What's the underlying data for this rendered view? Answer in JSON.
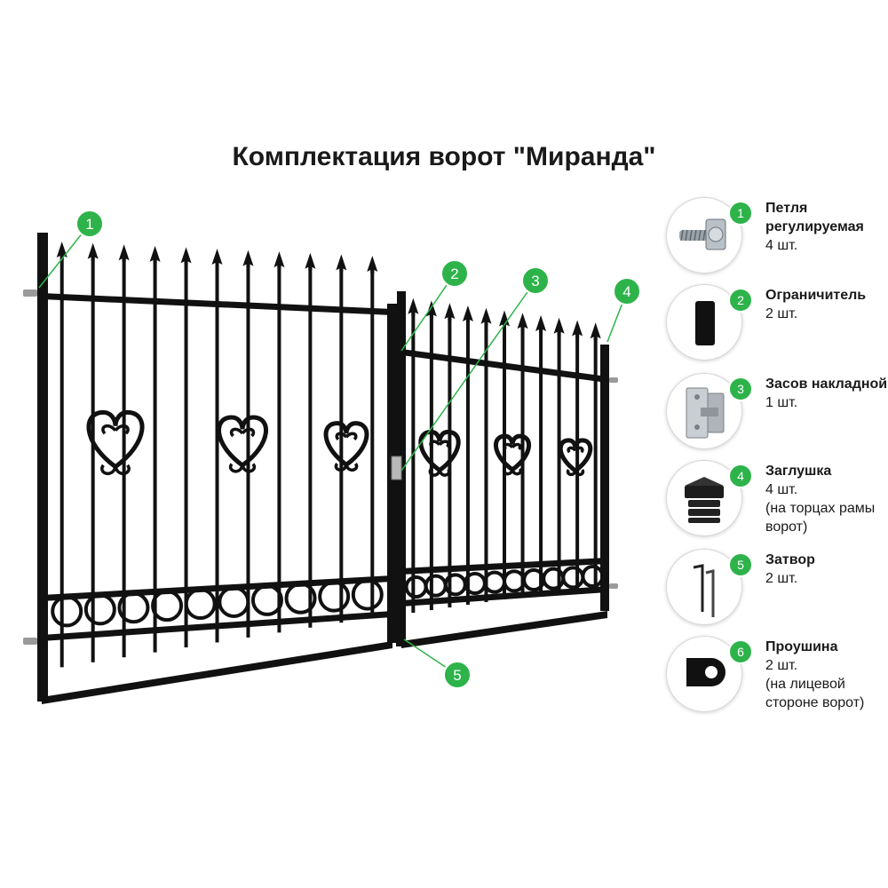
{
  "title": "Комплектация ворот \"Миранда\"",
  "callouts": [
    "1",
    "2",
    "3",
    "4",
    "5"
  ],
  "colors": {
    "accent": "#2db34a",
    "metal": "#111111"
  },
  "items": [
    {
      "num": "1",
      "name": "Петля регулируемая",
      "qty": "4 шт.",
      "note": "",
      "icon": "adjustable-hinge-icon"
    },
    {
      "num": "2",
      "name": "Ограничитель",
      "qty": "2 шт.",
      "note": "",
      "icon": "stopper-icon"
    },
    {
      "num": "3",
      "name": "Засов накладной",
      "qty": "1 шт.",
      "note": "",
      "icon": "surface-latch-icon"
    },
    {
      "num": "4",
      "name": "Заглушка",
      "qty": "4 шт.",
      "note": "(на торцах рамы ворот)",
      "icon": "end-cap-icon"
    },
    {
      "num": "5",
      "name": "Затвор",
      "qty": "2 шт.",
      "note": "",
      "icon": "bolt-icon"
    },
    {
      "num": "6",
      "name": "Проушина",
      "qty": "2 шт.",
      "note": "(на лицевой стороне ворот)",
      "icon": "eyelet-icon"
    }
  ]
}
